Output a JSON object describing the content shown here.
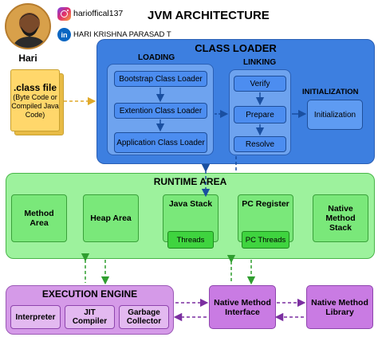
{
  "header": {
    "title": "JVM ARCHITECTURE",
    "author_name": "Hari",
    "instagram_handle": "harioffical137",
    "linkedin_name": "HARI KRISHNA PARASAD T"
  },
  "class_file": {
    "title": ".class file",
    "subtitle": "(Byte Code  or Compiled Java Code)"
  },
  "class_loader": {
    "title": "CLASS LOADER",
    "loading": {
      "label": "LOADING",
      "items": [
        "Bootstrap Class Loader",
        "Extention Class Loader",
        "Application Class Loader"
      ]
    },
    "linking": {
      "label": "LINKING",
      "items": [
        "Verify",
        "Prepare",
        "Resolve"
      ]
    },
    "initialization": {
      "label": "INITIALIZATION",
      "item": "Initialization"
    }
  },
  "runtime_area": {
    "title": "RUNTIME AREA",
    "method_area": "Method Area",
    "heap_area": "Heap Area",
    "java_stack": "Java Stack",
    "java_stack_threads": "Threads",
    "pc_register": "PC Register",
    "pc_threads": "PC Threads",
    "native_stack": "Native Method Stack"
  },
  "execution_engine": {
    "title": "EXECUTION ENGINE",
    "items": [
      "Interpreter",
      "JIT Compiler",
      "Garbage Collector"
    ]
  },
  "native_interface": "Native Method Interface",
  "native_library": "Native Method Library",
  "colors": {
    "class_loader": "#3d7fe0",
    "runtime_area": "#9df29d",
    "execution_engine": "#d59ae8",
    "class_file": "#ffd76b"
  }
}
